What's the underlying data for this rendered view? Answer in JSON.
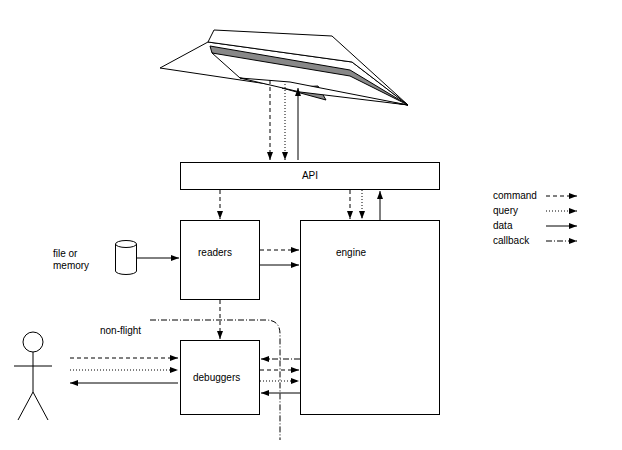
{
  "diagram": {
    "nodes": [
      {
        "text": [
          "API"
        ]
      },
      {
        "text": [
          "readers"
        ]
      },
      {
        "text": [
          "engine"
        ]
      },
      {
        "text": [
          "file or memory"
        ]
      },
      {
        "text": [
          "debuggers"
        ]
      }
    ],
    "edges": [
      {
        "from": 0,
        "to": 1,
        "arrow": "to"
      },
      {
        "from": 0,
        "to": 2,
        "arrow": "to"
      },
      {
        "from": 0,
        "to": 2,
        "arrow": "to"
      },
      {
        "from": 2,
        "to": 0,
        "arrow": "to"
      },
      {
        "from": 3,
        "to": 1,
        "arrow": "to"
      },
      {
        "from": 1,
        "to": 2,
        "arrow": "to"
      },
      {
        "from": 1,
        "to": 2,
        "arrow": "to"
      },
      {
        "from": 1,
        "to": 4,
        "arrow": "to"
      },
      {
        "from": 2,
        "to": 4,
        "arrow": "to"
      },
      {
        "from": 4,
        "to": 2,
        "arrow": "to"
      },
      {
        "from": 4,
        "to": 2,
        "arrow": "to"
      },
      {
        "from": 2,
        "to": 4,
        "arrow": "to"
      }
    ],
    "labels": [
      "non-flight"
    ],
    "legend": [
      {
        "text": "command"
      },
      {
        "text": "query"
      },
      {
        "text": "data"
      },
      {
        "text": "callback"
      }
    ]
  }
}
